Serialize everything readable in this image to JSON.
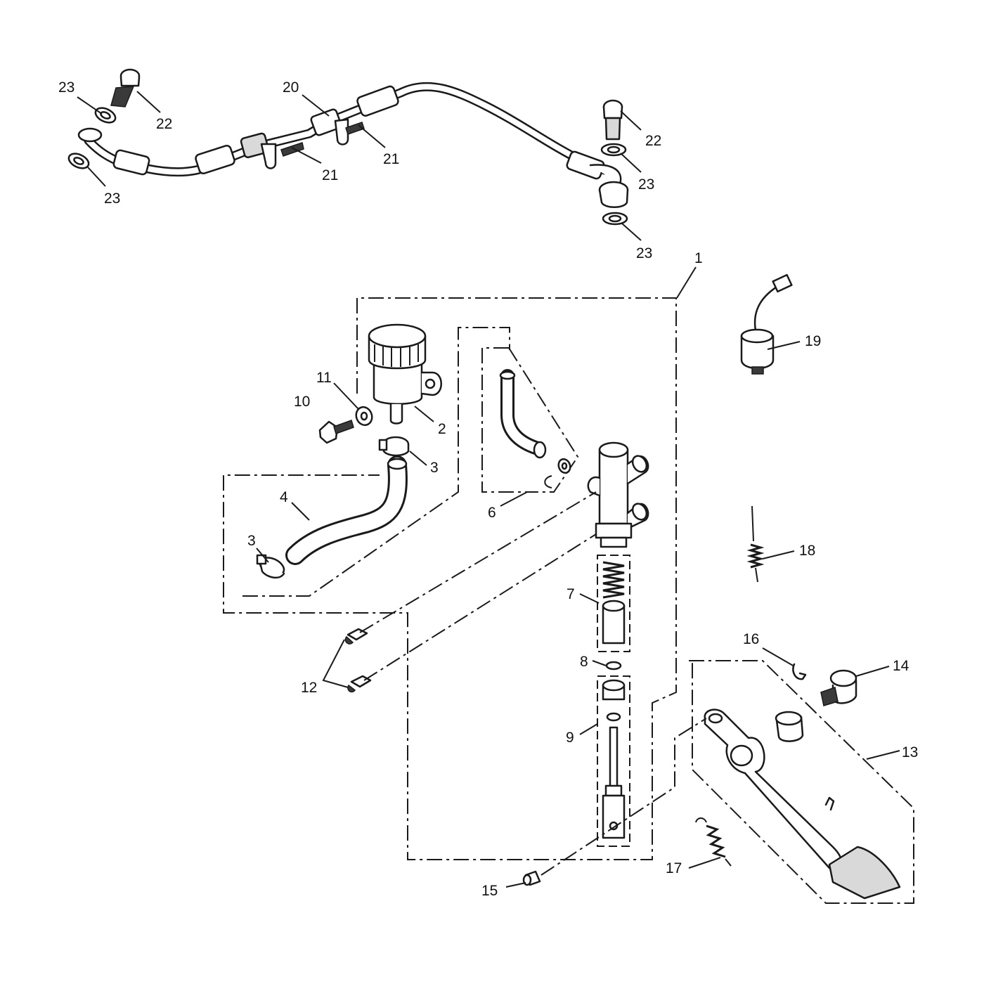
{
  "labels": {
    "p1": "1",
    "p2": "2",
    "p3a": "3",
    "p3b": "3",
    "p4": "4",
    "p6": "6",
    "p7": "7",
    "p8": "8",
    "p9": "9",
    "p10": "10",
    "p11": "11",
    "p12": "12",
    "p13": "13",
    "p14": "14",
    "p15": "15",
    "p16": "16",
    "p17": "17",
    "p18": "18",
    "p19": "19",
    "p20": "20",
    "p21a": "21",
    "p21b": "21",
    "p22a": "22",
    "p22b": "22",
    "p23a": "23",
    "p23b": "23",
    "p23c": "23",
    "p23d": "23"
  }
}
